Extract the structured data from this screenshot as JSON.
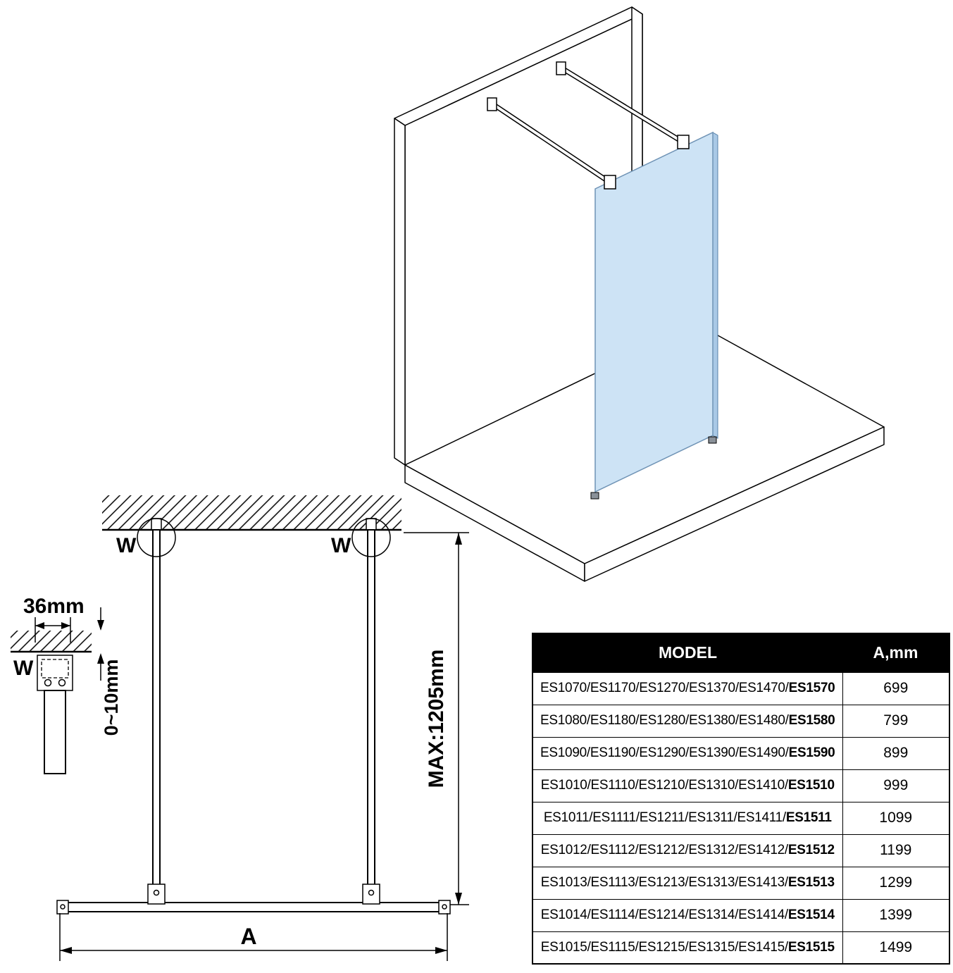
{
  "colors": {
    "glass": "#cde3f5",
    "glass_edge": "#a9c9e6",
    "line": "#000000",
    "header_bg": "#000000",
    "header_text": "#ffffff"
  },
  "plan_view": {
    "labels": {
      "w_left": "W",
      "w_right": "W",
      "w_detail": "W",
      "bracket_width": "36mm",
      "gap_adjust": "0~10mm",
      "max_height": "MAX:1205mm",
      "width": "A"
    }
  },
  "table": {
    "header": {
      "model": "MODEL",
      "a": "A,mm"
    },
    "rows": [
      {
        "models": "ES1070/ES1170/ES1270/ES1370/ES1470/",
        "bold": "ES1570",
        "a_mm": "699"
      },
      {
        "models": "ES1080/ES1180/ES1280/ES1380/ES1480/",
        "bold": "ES1580",
        "a_mm": "799"
      },
      {
        "models": "ES1090/ES1190/ES1290/ES1390/ES1490/",
        "bold": "ES1590",
        "a_mm": "899"
      },
      {
        "models": "ES1010/ES1110/ES1210/ES1310/ES1410/",
        "bold": "ES1510",
        "a_mm": "999"
      },
      {
        "models": "ES1011/ES1111/ES1211/ES1311/ES1411/",
        "bold": "ES1511",
        "a_mm": "1099"
      },
      {
        "models": "ES1012/ES1112/ES1212/ES1312/ES1412/",
        "bold": "ES1512",
        "a_mm": "1199"
      },
      {
        "models": "ES1013/ES1113/ES1213/ES1313/ES1413/",
        "bold": "ES1513",
        "a_mm": "1299"
      },
      {
        "models": "ES1014/ES1114/ES1214/ES1314/ES1414/",
        "bold": "ES1514",
        "a_mm": "1399"
      },
      {
        "models": "ES1015/ES1115/ES1215/ES1315/ES1415/",
        "bold": "ES1515",
        "a_mm": "1499"
      }
    ]
  }
}
